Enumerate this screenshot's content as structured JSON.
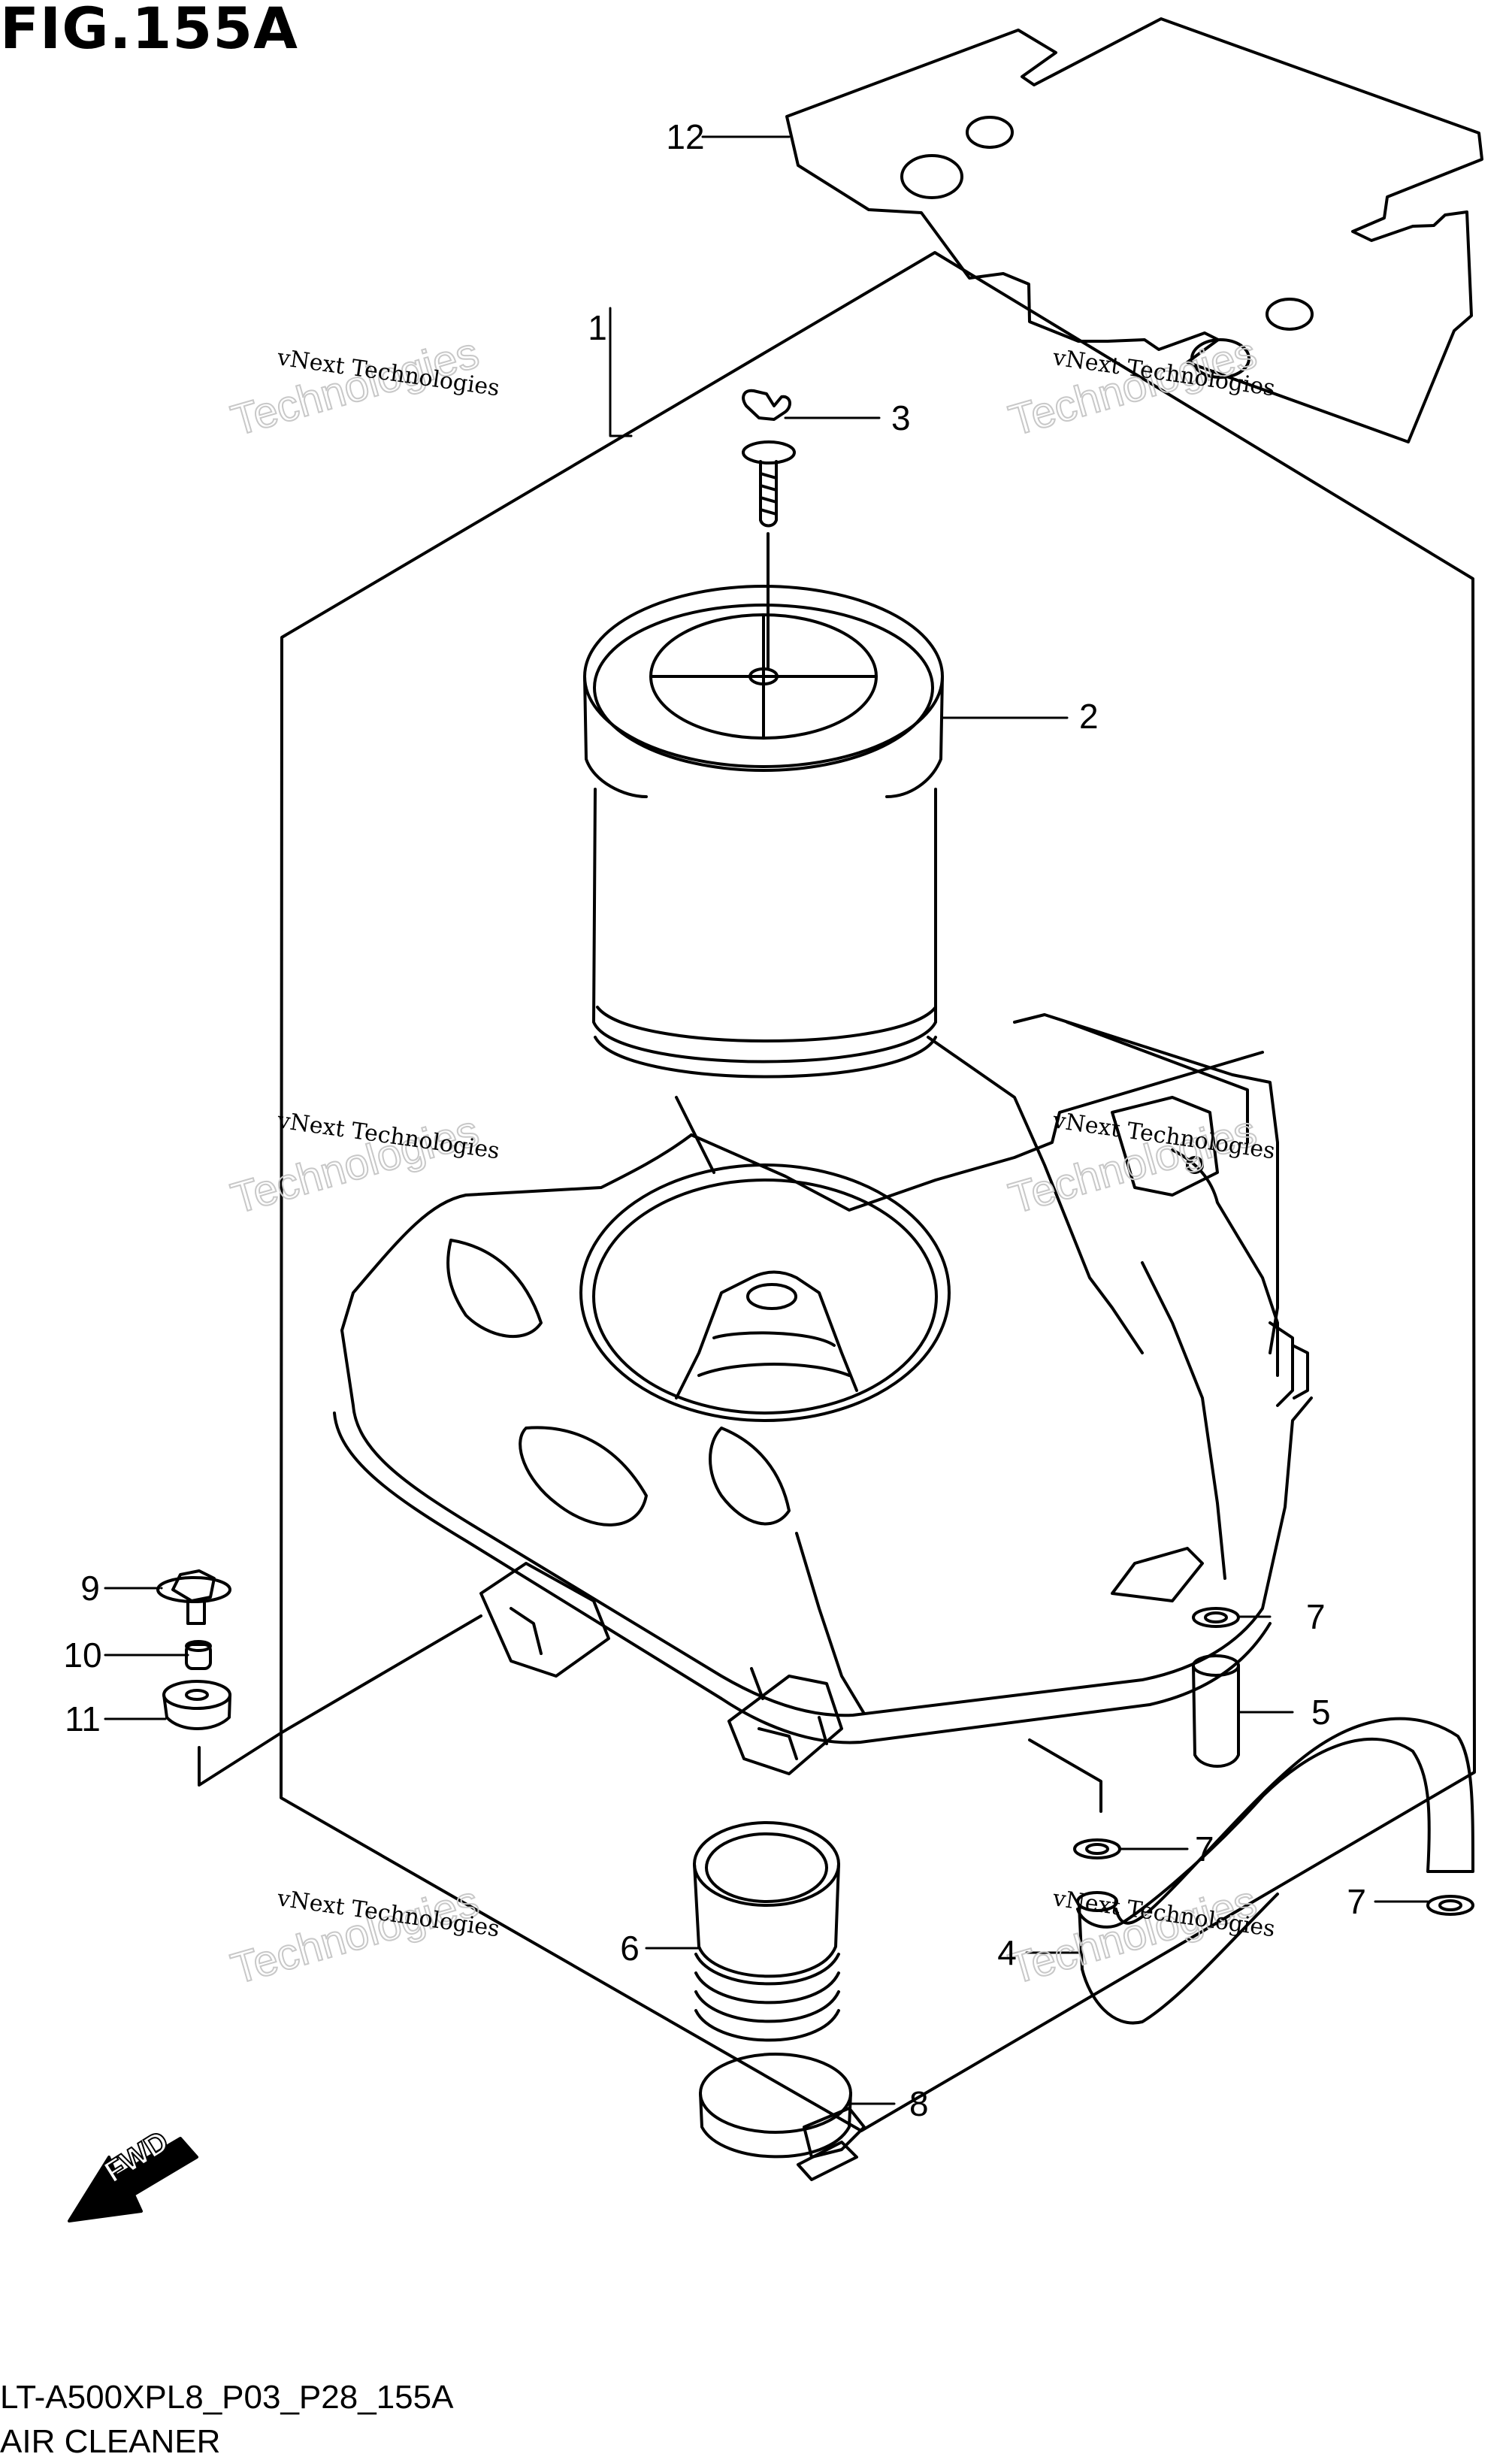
{
  "figure": {
    "title": "FIG.155A",
    "code": "LT-A500XPL8_P03_P28_155A",
    "description": "AIR CLEANER"
  },
  "watermark": {
    "line1": "vNext Technologies",
    "line2": "Technologies",
    "line3": "vNext"
  },
  "fwd_label": "FWD",
  "callouts": [
    {
      "id": "c1",
      "label": "1"
    },
    {
      "id": "c2",
      "label": "2"
    },
    {
      "id": "c3",
      "label": "3"
    },
    {
      "id": "c4",
      "label": "4"
    },
    {
      "id": "c5",
      "label": "5"
    },
    {
      "id": "c6",
      "label": "6"
    },
    {
      "id": "c7a",
      "label": "7"
    },
    {
      "id": "c7b",
      "label": "7"
    },
    {
      "id": "c7c",
      "label": "7"
    },
    {
      "id": "c8",
      "label": "8"
    },
    {
      "id": "c9",
      "label": "9"
    },
    {
      "id": "c10",
      "label": "10"
    },
    {
      "id": "c11",
      "label": "11"
    },
    {
      "id": "c12",
      "label": "12"
    }
  ]
}
